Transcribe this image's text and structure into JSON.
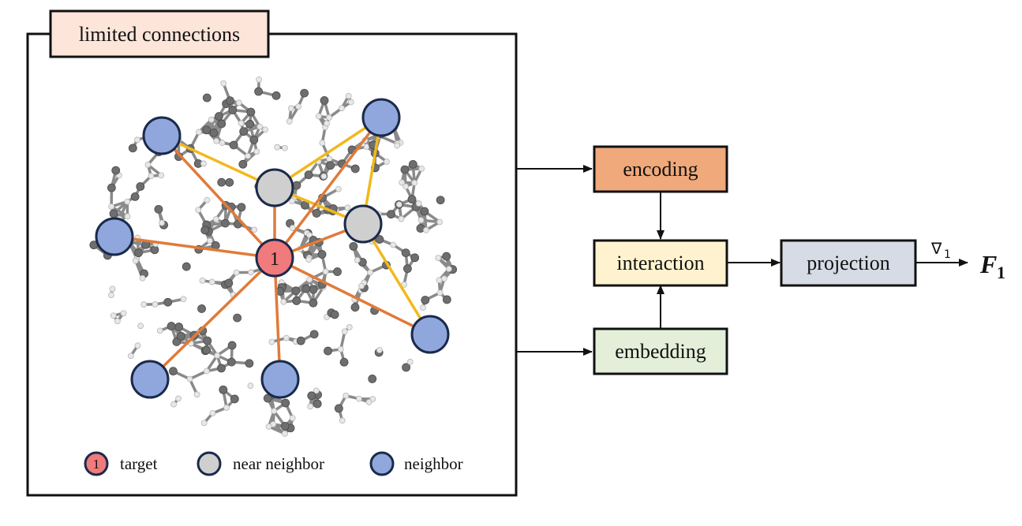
{
  "panel": {
    "title": "limited connections"
  },
  "nodes": {
    "target": {
      "label": "1"
    }
  },
  "legend": {
    "target": {
      "marker_label": "1",
      "label": "target"
    },
    "near_neighbor": {
      "label": "near neighbor"
    },
    "neighbor": {
      "label": "neighbor"
    }
  },
  "pipeline": {
    "encoding": "encoding",
    "embedding": "embedding",
    "interaction": "interaction",
    "projection": "projection"
  },
  "output": {
    "operator": "∇",
    "operator_sub": "1",
    "variable": "F",
    "variable_sub": "1"
  },
  "colors": {
    "target_fill": "#f07a7c",
    "near_neighbor_fill": "#cfcfcf",
    "neighbor_fill": "#8fa7dc",
    "node_stroke": "#1b2a4a",
    "orange_edge": "#e07b39",
    "yellow_edge": "#f2b91c",
    "panel_title_bg": "#fde5da",
    "encoding_bg": "#f0a97a",
    "interaction_bg": "#fff3cf",
    "embedding_bg": "#e3efd9",
    "projection_bg": "#d6dbe5"
  }
}
